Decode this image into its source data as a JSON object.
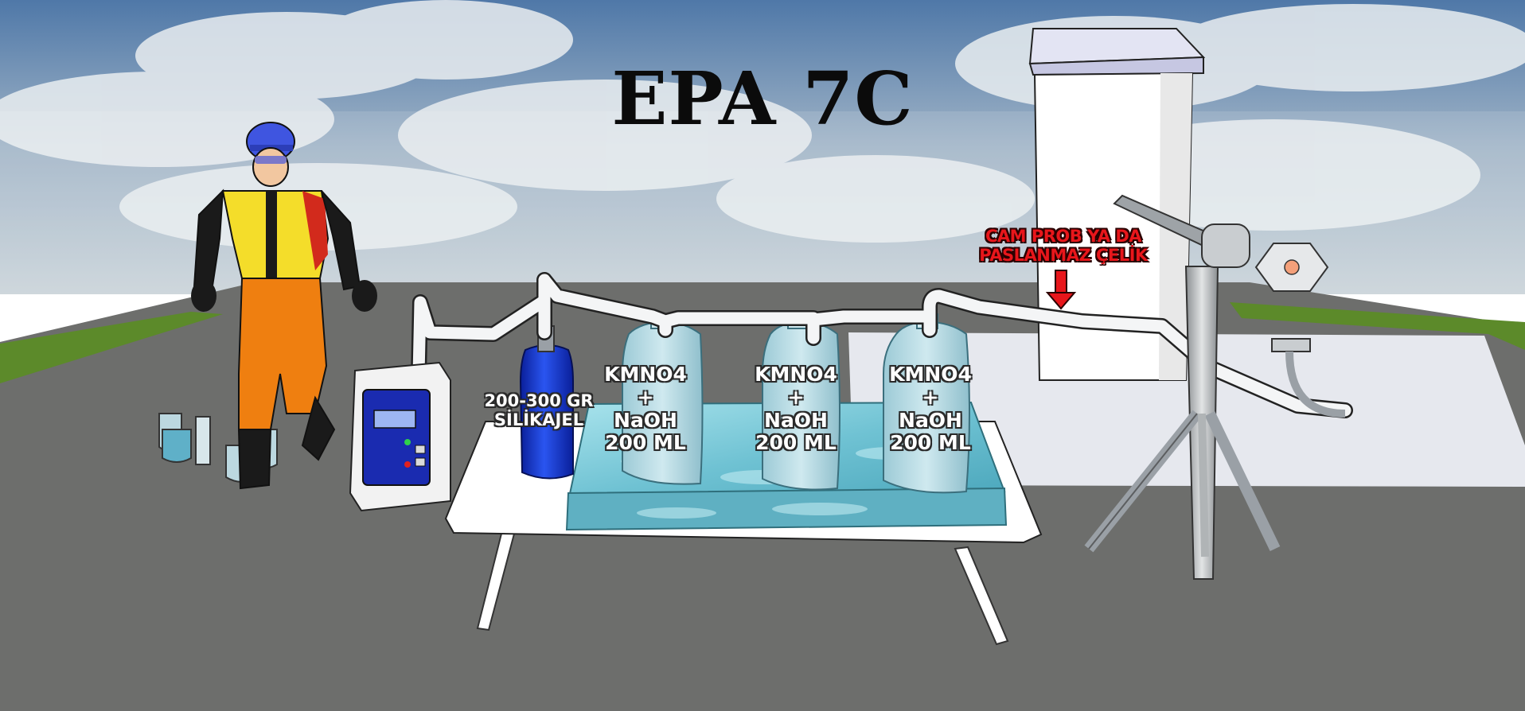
{
  "title": "EPA 7C",
  "silica": {
    "line1": "200-300 GR",
    "line2": "SİLİKAJEL"
  },
  "impingers": [
    {
      "line1": "KMNO4",
      "line2": "+",
      "line3": "NaOH",
      "line4": "200 ML"
    },
    {
      "line1": "KMNO4",
      "line2": "+",
      "line3": "NaOH",
      "line4": "200 ML"
    },
    {
      "line1": "KMNO4",
      "line2": "+",
      "line3": "NaOH",
      "line4": "200 ML"
    }
  ],
  "probe": {
    "line1": "CAM PROB YA DA",
    "line2": "PASLANMAZ ÇELİK"
  },
  "colors": {
    "sky": "#6f8fb5",
    "ground": "#6d6e6c",
    "grass": "#5c8a2a",
    "water": "#7fcbd8",
    "silica_column": "#1a3bd9",
    "probe_label": "#e8161b"
  }
}
